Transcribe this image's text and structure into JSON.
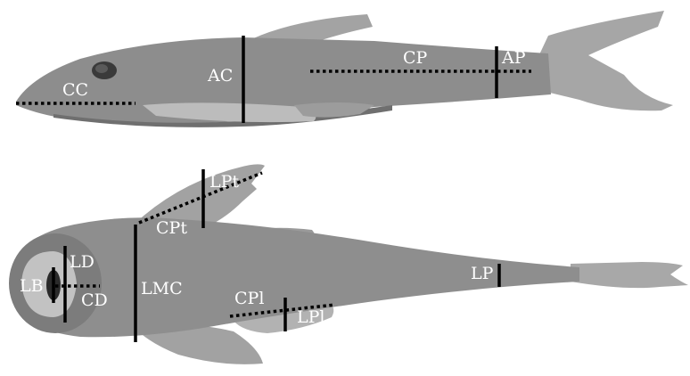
{
  "diagram": {
    "lateral_view": {
      "labels": {
        "cc": "CC",
        "ac": "AC",
        "cp": "CP",
        "ap": "AP"
      }
    },
    "ventral_view": {
      "labels": {
        "lpt": "LPt",
        "cpt": "CPt",
        "ld": "LD",
        "lb": "LB",
        "cd": "CD",
        "lmc": "LMC",
        "cpl": "CPl",
        "lpl": "LPl",
        "lp": "LP"
      }
    },
    "colors": {
      "background": "#ffffff",
      "fish_body": "#8c8c8c",
      "fish_shadow": "#6e6e6e",
      "fin": "#a9a9a9",
      "measurement_line": "#000000",
      "label_text": "#ffffff"
    }
  }
}
